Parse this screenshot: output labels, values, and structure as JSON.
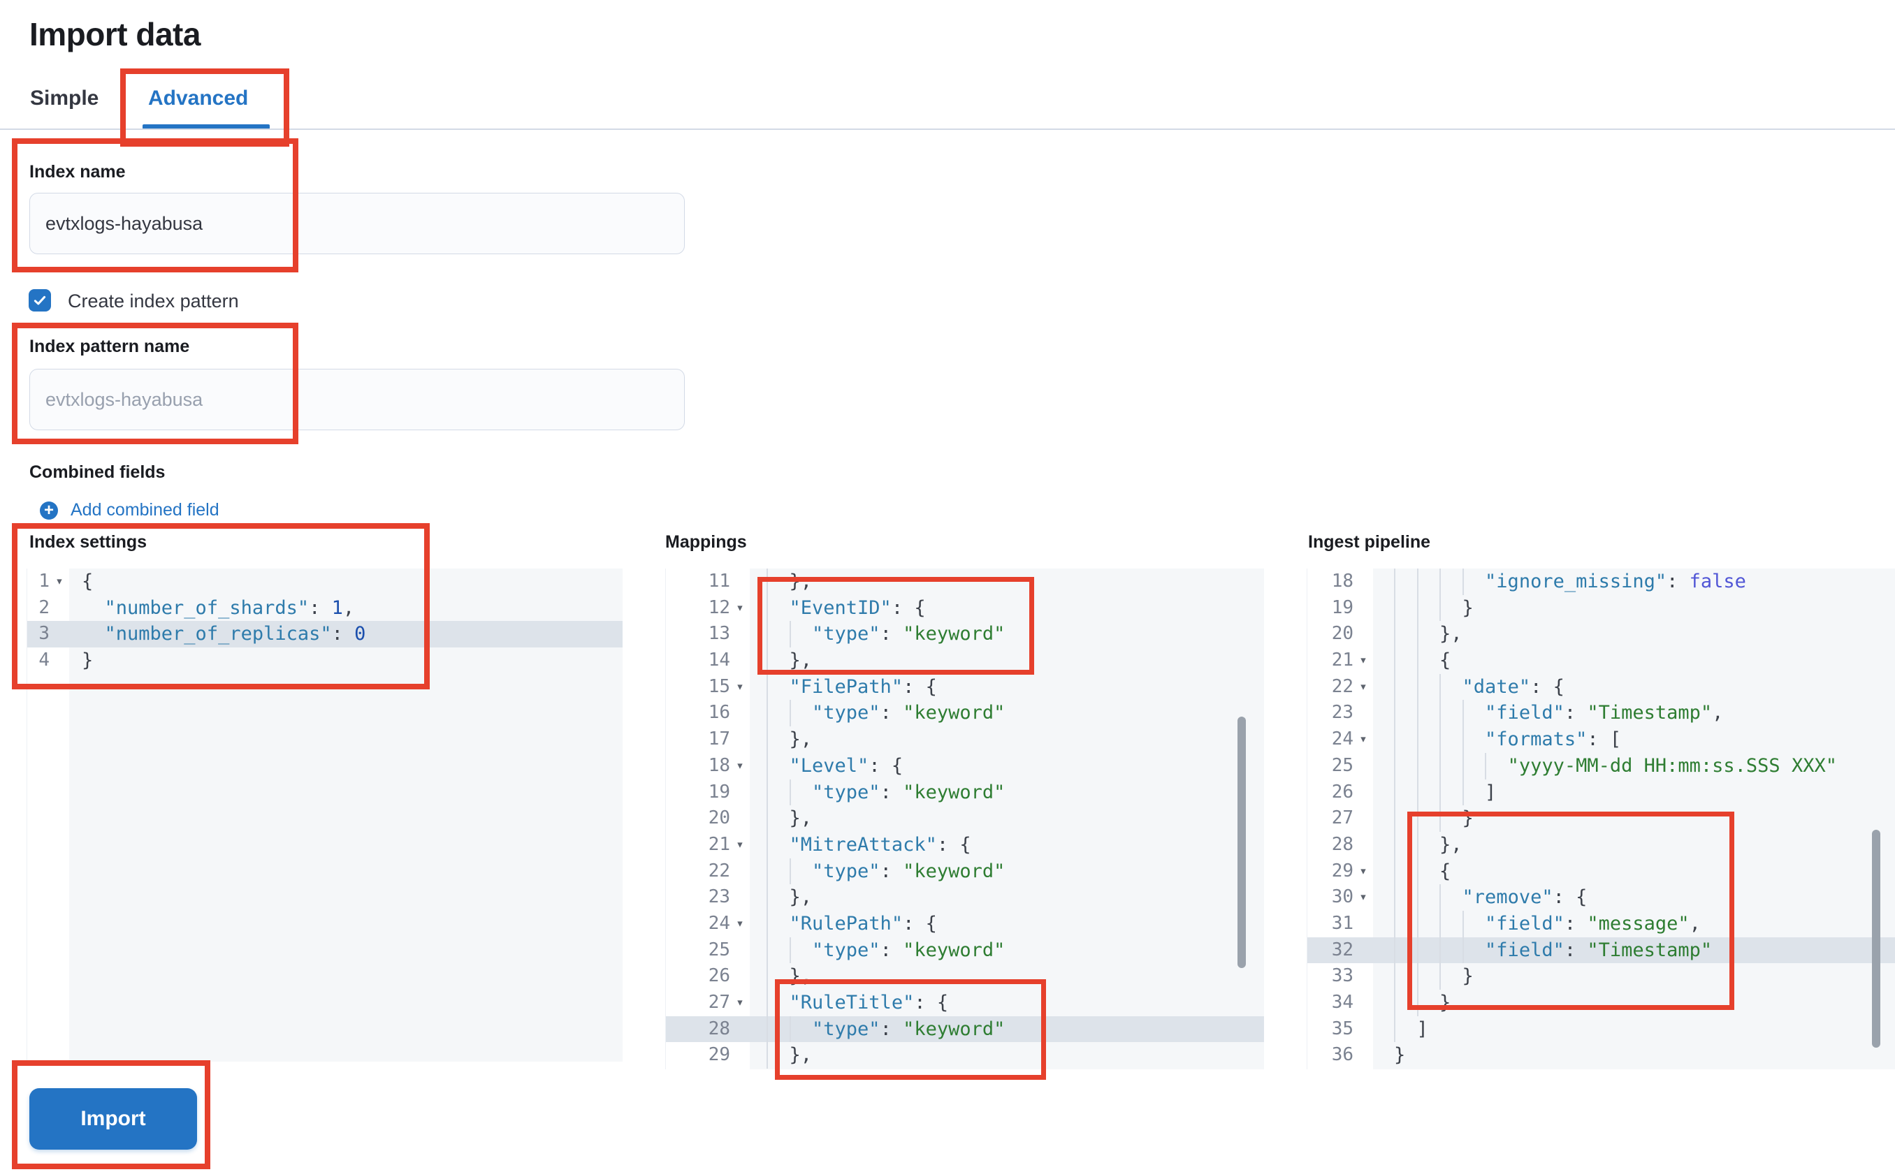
{
  "page": {
    "title": "Import data"
  },
  "tabs": [
    {
      "label": "Simple",
      "active": false
    },
    {
      "label": "Advanced",
      "active": true
    }
  ],
  "form": {
    "index_name": {
      "label": "Index name",
      "value": "evtxlogs-hayabusa"
    },
    "create_index_pattern": {
      "label": "Create index pattern",
      "checked": true
    },
    "index_pattern_name": {
      "label": "Index pattern name",
      "placeholder": "evtxlogs-hayabusa"
    },
    "combined_fields": {
      "label": "Combined fields",
      "add_link_label": "Add combined field"
    }
  },
  "actions": {
    "import_label": "Import"
  },
  "colors": {
    "accent_blue": "#2474c4",
    "annotation_red": "#e6402c",
    "code_key": "#2e7bab",
    "code_string": "#2e7d32",
    "code_number": "#1b4fad",
    "code_boolean": "#5156d6",
    "code_background": "#f5f7f9",
    "highlight_row": "#dde3ea"
  },
  "editors": [
    {
      "id": "index_settings",
      "label": "Index settings",
      "guides": false,
      "lines": [
        {
          "n": 1,
          "t": "{",
          "fold": true
        },
        {
          "n": 2,
          "t": "  \"number_of_shards\": 1,"
        },
        {
          "n": 3,
          "t": "  \"number_of_replicas\": 0",
          "hl": true
        },
        {
          "n": 4,
          "t": "}"
        }
      ]
    },
    {
      "id": "mappings",
      "label": "Mappings",
      "guides": true,
      "lines": [
        {
          "n": 11,
          "t": "  },"
        },
        {
          "n": 12,
          "t": "  \"EventID\": {",
          "fold": true
        },
        {
          "n": 13,
          "t": "    \"type\": \"keyword\""
        },
        {
          "n": 14,
          "t": "  },"
        },
        {
          "n": 15,
          "t": "  \"FilePath\": {",
          "fold": true
        },
        {
          "n": 16,
          "t": "    \"type\": \"keyword\""
        },
        {
          "n": 17,
          "t": "  },"
        },
        {
          "n": 18,
          "t": "  \"Level\": {",
          "fold": true
        },
        {
          "n": 19,
          "t": "    \"type\": \"keyword\""
        },
        {
          "n": 20,
          "t": "  },"
        },
        {
          "n": 21,
          "t": "  \"MitreAttack\": {",
          "fold": true
        },
        {
          "n": 22,
          "t": "    \"type\": \"keyword\""
        },
        {
          "n": 23,
          "t": "  },"
        },
        {
          "n": 24,
          "t": "  \"RulePath\": {",
          "fold": true
        },
        {
          "n": 25,
          "t": "    \"type\": \"keyword\""
        },
        {
          "n": 26,
          "t": "  },"
        },
        {
          "n": 27,
          "t": "  \"RuleTitle\": {",
          "fold": true
        },
        {
          "n": 28,
          "t": "    \"type\": \"keyword\"",
          "hl": true
        },
        {
          "n": 29,
          "t": "  },"
        }
      ]
    },
    {
      "id": "ingest_pipeline",
      "label": "Ingest pipeline",
      "guides": true,
      "lines": [
        {
          "n": 18,
          "t": "        \"ignore_missing\": false"
        },
        {
          "n": 19,
          "t": "      }"
        },
        {
          "n": 20,
          "t": "    },"
        },
        {
          "n": 21,
          "t": "    {",
          "fold": true
        },
        {
          "n": 22,
          "t": "      \"date\": {",
          "fold": true
        },
        {
          "n": 23,
          "t": "        \"field\": \"Timestamp\","
        },
        {
          "n": 24,
          "t": "        \"formats\": [",
          "fold": true
        },
        {
          "n": 25,
          "t": "          \"yyyy-MM-dd HH:mm:ss.SSS XXX\""
        },
        {
          "n": 26,
          "t": "        ]"
        },
        {
          "n": 27,
          "t": "      }"
        },
        {
          "n": 28,
          "t": "    },"
        },
        {
          "n": 29,
          "t": "    {",
          "fold": true
        },
        {
          "n": 30,
          "t": "      \"remove\": {",
          "fold": true
        },
        {
          "n": 31,
          "t": "        \"field\": \"message\","
        },
        {
          "n": 32,
          "t": "        \"field\": \"Timestamp\"",
          "hl": true
        },
        {
          "n": 33,
          "t": "      }"
        },
        {
          "n": 34,
          "t": "    }"
        },
        {
          "n": 35,
          "t": "  ]"
        },
        {
          "n": 36,
          "t": "}"
        }
      ]
    }
  ]
}
